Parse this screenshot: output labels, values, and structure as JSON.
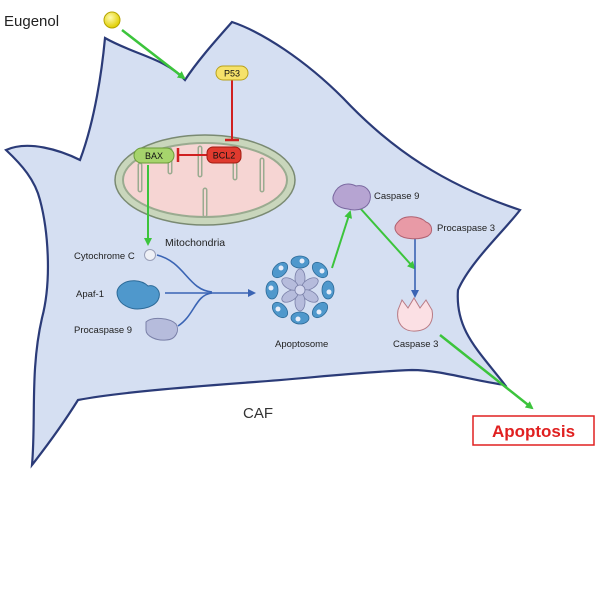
{
  "eugenol": "Eugenol",
  "p53": "P53",
  "bax": "BAX",
  "bcl2": "BCL2",
  "mitochondria": "Mitochondria",
  "cytochrome_c": "Cytochrome C",
  "apaf1": "Apaf-1",
  "procaspase9": "Procaspase 9",
  "apoptosome": "Apoptosome",
  "caspase9": "Caspase 9",
  "procaspase3": "Procaspase 3",
  "caspase3": "Caspase 3",
  "caf": "CAF",
  "apoptosis": "Apoptosis",
  "colors": {
    "cell_fill": "#d5dff2",
    "cell_stroke": "#2b3b78",
    "activation_arrow": "#3cc43c",
    "inhibition": "#d02020",
    "flow_arrow": "#3a64b4",
    "apoptosis_box": "#e02020"
  }
}
